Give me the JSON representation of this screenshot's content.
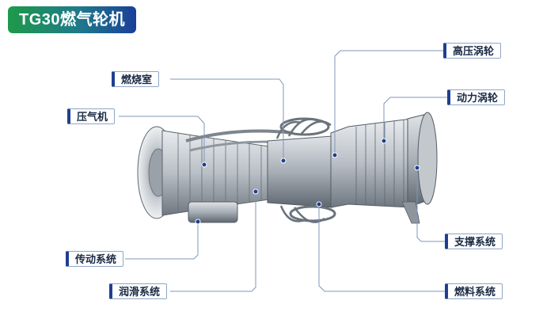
{
  "title": "TG30燃气轮机",
  "labels": {
    "combustor": "燃烧室",
    "compressor": "压气机",
    "gearbox": "传动系统",
    "lube": "润滑系统",
    "hp_turbine": "高压涡轮",
    "power_turbine": "动力涡轮",
    "support": "支撑系统",
    "fuel": "燃料系统"
  },
  "colors": {
    "accent": "#1f3f8f",
    "green": "#1e9a4a",
    "leader": "#7f97ba"
  }
}
